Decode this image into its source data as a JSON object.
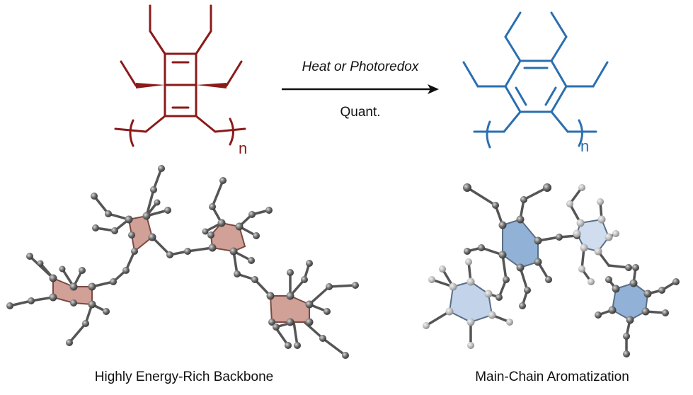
{
  "reaction": {
    "condition_top": "Heat or Photoredox",
    "condition_bottom": "Quant.",
    "reactant_repeat_subscript": "n",
    "product_repeat_subscript": "n",
    "reactant_color": "#8b1a1a",
    "product_color": "#2a6fb0",
    "arrow_color": "#111111"
  },
  "models": {
    "left_caption": "Highly Energy-Rich Backbone",
    "right_caption": "Main-Chain Aromatization",
    "left_ring_fill": "#c98f85",
    "right_ring_fill": "#9cb8d8",
    "atom_color": "#666666"
  }
}
